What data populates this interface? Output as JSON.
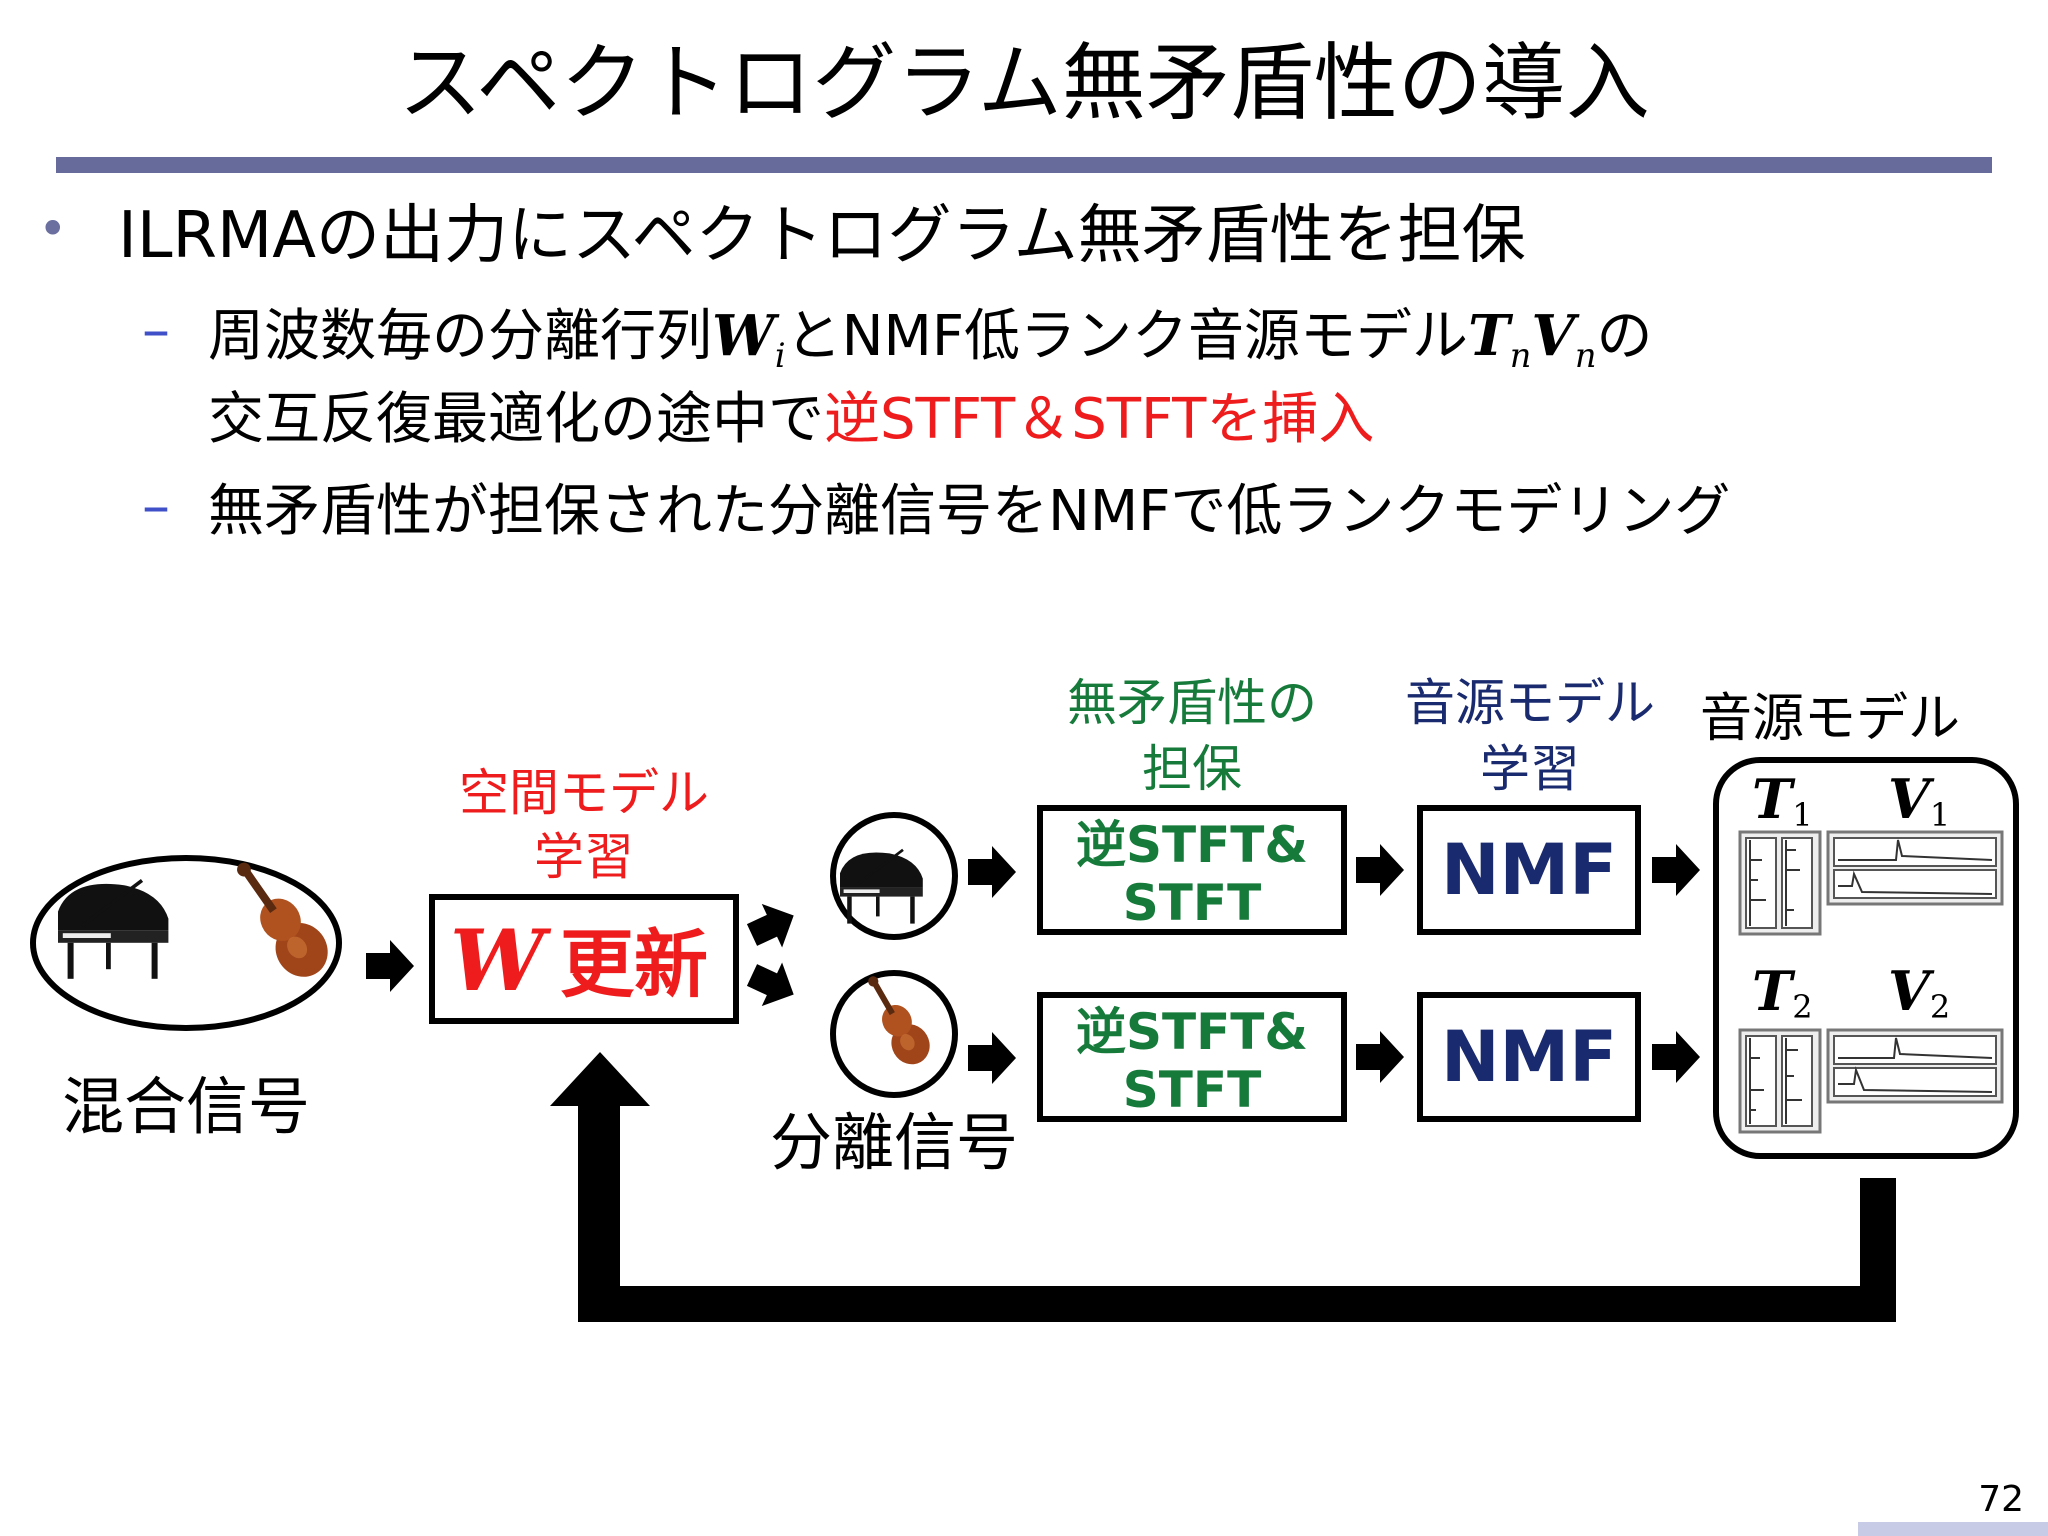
{
  "slide": {
    "title": "スペクトログラム無矛盾性の導入",
    "page_number": "72",
    "accent_color": "#676b9b"
  },
  "bullets": {
    "main": "ILRMAの出力にスペクトログラム無矛盾性を担保",
    "sub1_a": "周波数毎の分離行列",
    "sub1_W": "W",
    "sub1_Wsub": "i",
    "sub1_b": "とNMF低ランク音源モデル",
    "sub1_T": "T",
    "sub1_Tsub": "n",
    "sub1_V": "V",
    "sub1_Vsub": "n",
    "sub1_c": "の",
    "sub1_line2_a": "交互反復最適化の途中で",
    "sub1_line2_red": "逆STFT＆STFTを挿入",
    "sub2": "無矛盾性が担保された分離信号をNMFで低ランクモデリング"
  },
  "diagram": {
    "mixture_label": "混合信号",
    "spatial_label_1": "空間モデル",
    "spatial_label_2": "学習",
    "update_W": "W",
    "update_text": "更新",
    "separated_label": "分離信号",
    "consistency_label_1": "無矛盾性の",
    "consistency_label_2": "担保",
    "stft_line1": "逆STFT&",
    "stft_line2": "STFT",
    "source_learn_1": "音源モデル",
    "source_learn_2": "学習",
    "nmf_label": "NMF",
    "source_model_label": "音源モデル",
    "T1": "T",
    "T1_sub": "1",
    "V1": "V",
    "V1_sub": "1",
    "T2": "T",
    "T2_sub": "2",
    "V2": "V",
    "V2_sub": "2",
    "colors": {
      "red": "#ee1c1c",
      "green": "#157a3a",
      "navy": "#1a2a6e"
    }
  }
}
